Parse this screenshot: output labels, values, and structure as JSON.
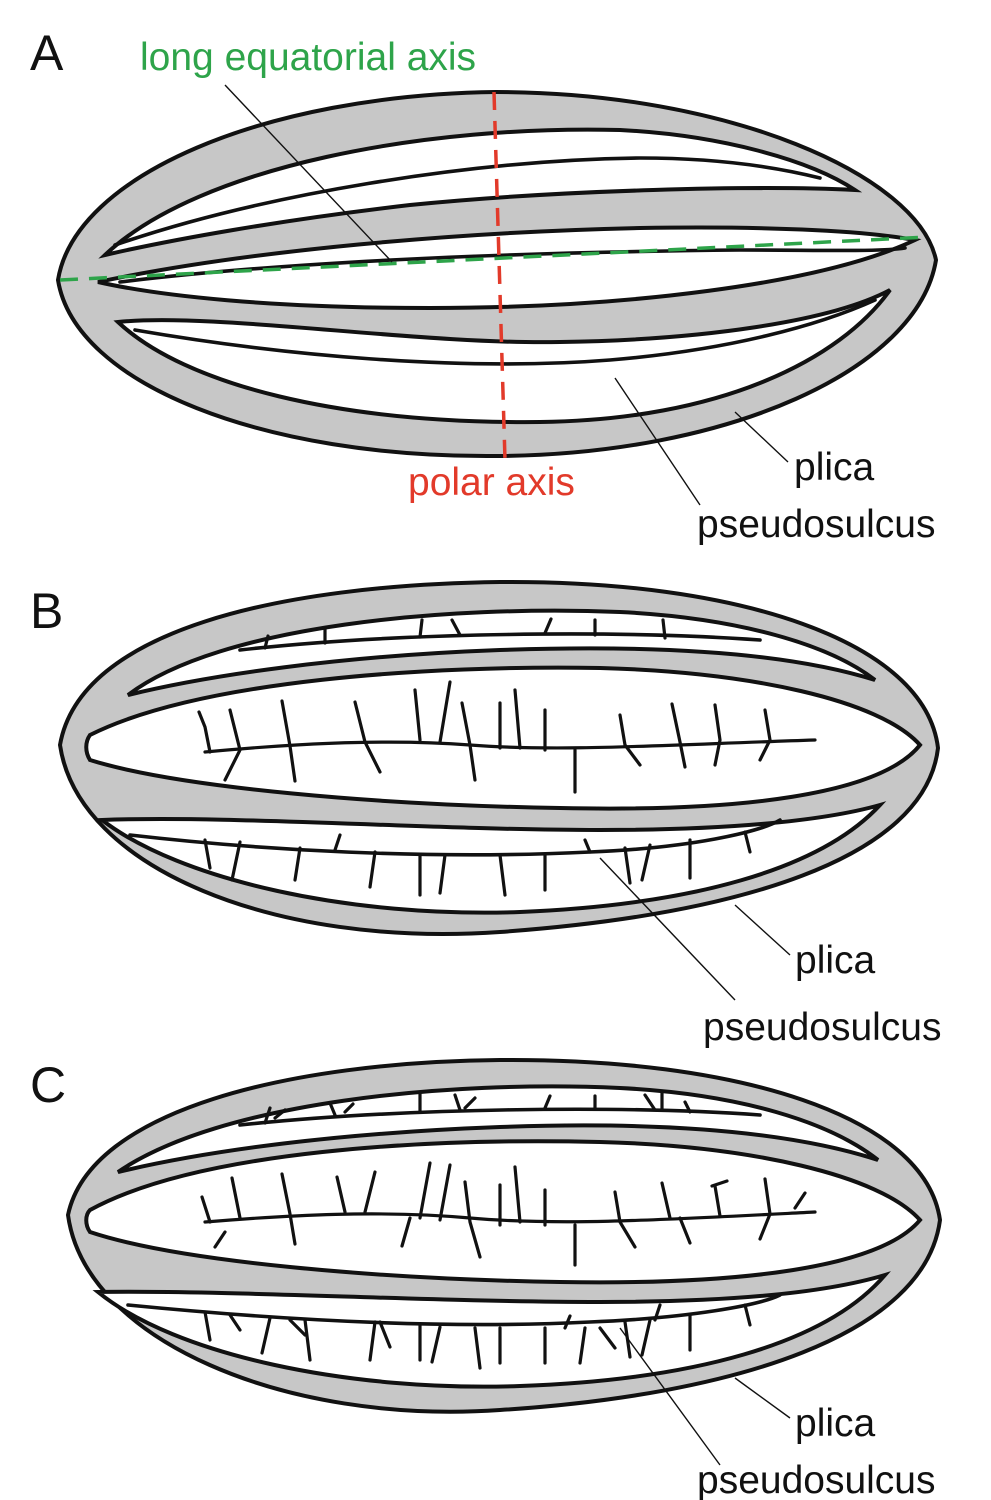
{
  "colors": {
    "equatorial_axis": "#2ea44a",
    "polar_axis": "#e23a2a",
    "exine_fill": "#c7c7c7",
    "outline": "#111111"
  },
  "panels": [
    {
      "letter": "A",
      "axis_labels": {
        "equatorial": "long equatorial axis",
        "polar": "polar axis"
      },
      "labels": {
        "plica": "plica",
        "pseudosulcus": "pseudosulcus"
      }
    },
    {
      "letter": "B",
      "labels": {
        "plica": "plica",
        "pseudosulcus": "pseudosulcus"
      }
    },
    {
      "letter": "C",
      "labels": {
        "plica": "plica",
        "pseudosulcus": "pseudosulcus"
      }
    }
  ]
}
